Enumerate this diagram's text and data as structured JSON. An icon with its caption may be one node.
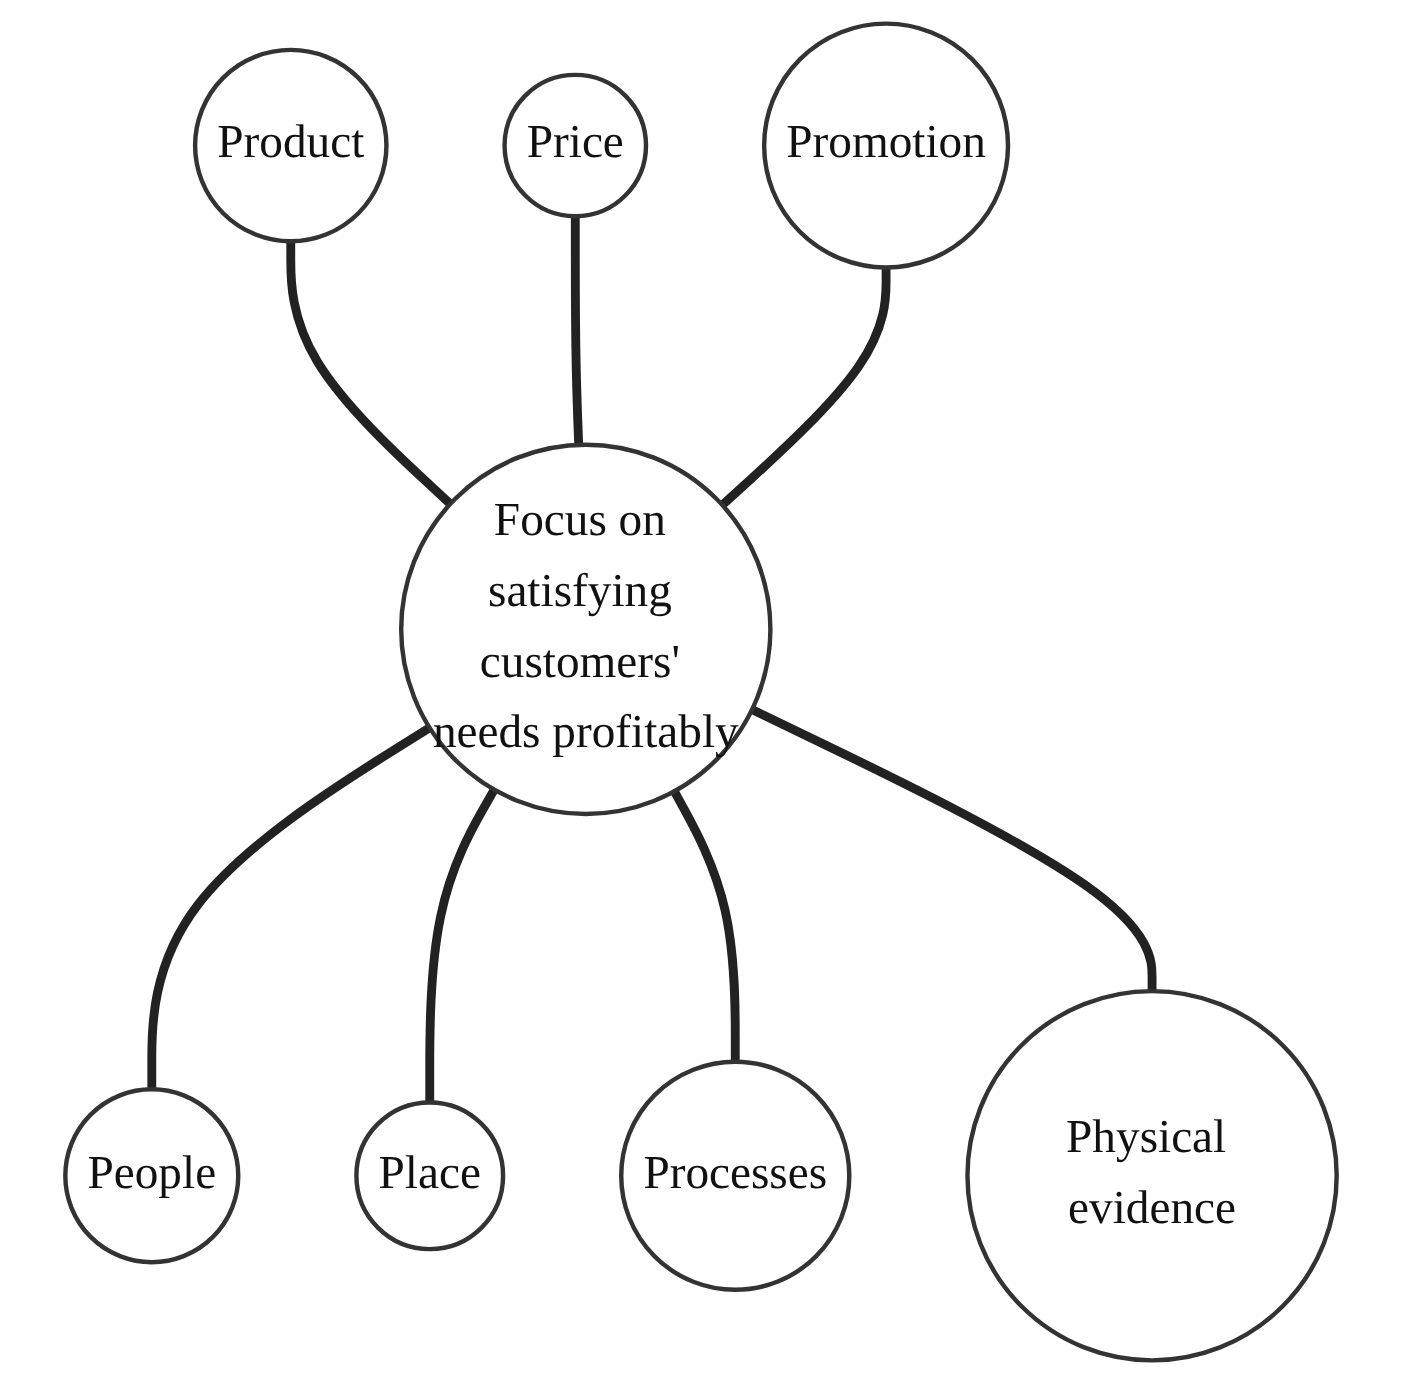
{
  "diagram": {
    "nodes": [
      {
        "text": [
          "Focus on satisfying customers' needs profitably"
        ]
      },
      {
        "text": [
          "Product"
        ]
      },
      {
        "text": [
          "Price"
        ]
      },
      {
        "text": [
          "Promotion"
        ]
      },
      {
        "text": [
          "People"
        ]
      },
      {
        "text": [
          "Place"
        ]
      },
      {
        "text": [
          "Processes"
        ]
      },
      {
        "text": [
          "Physical evidence"
        ]
      }
    ],
    "edges": [
      {
        "from": 1,
        "to": 0,
        "arrow": "none"
      },
      {
        "from": 2,
        "to": 0,
        "arrow": "none"
      },
      {
        "from": 3,
        "to": 0,
        "arrow": "none"
      },
      {
        "from": 0,
        "to": 4,
        "arrow": "none"
      },
      {
        "from": 0,
        "to": 5,
        "arrow": "none"
      },
      {
        "from": 0,
        "to": 6,
        "arrow": "none"
      },
      {
        "from": 0,
        "to": 7,
        "arrow": "none"
      }
    ]
  }
}
